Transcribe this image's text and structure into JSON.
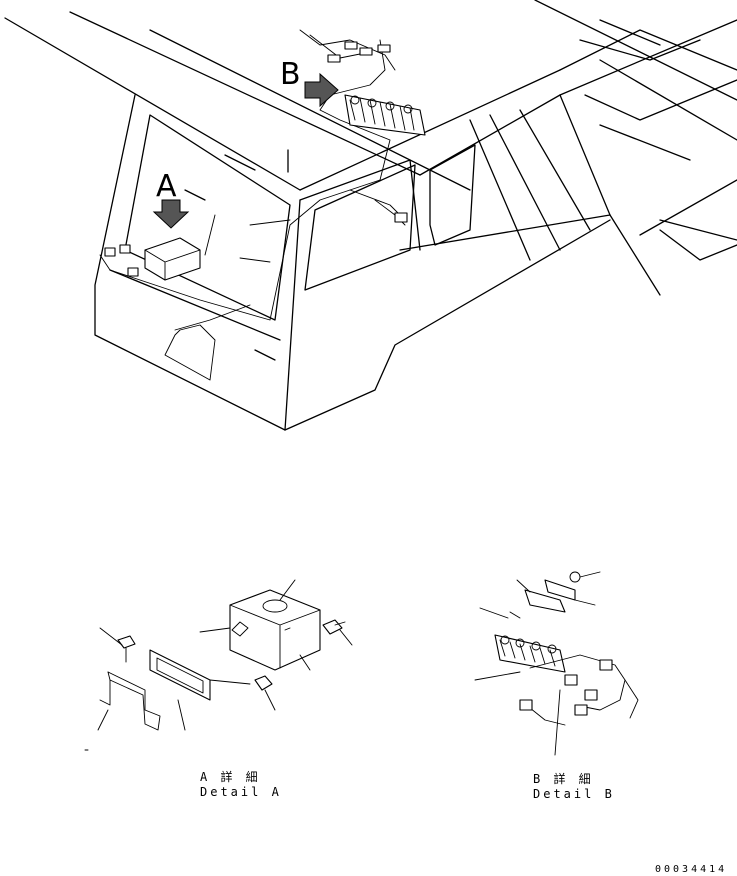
{
  "views": {
    "main": {
      "arrow_a_letter": "A",
      "arrow_b_letter": "B"
    },
    "detail_a": {
      "title_jp": "A 詳 細",
      "title_en": "Detail A"
    },
    "detail_b": {
      "title_jp": "B 詳 細",
      "title_en": "Detail B"
    }
  },
  "drawing_number": "00034414",
  "colors": {
    "line": "#000000",
    "background": "#ffffff",
    "arrow_fill": "#555555"
  }
}
